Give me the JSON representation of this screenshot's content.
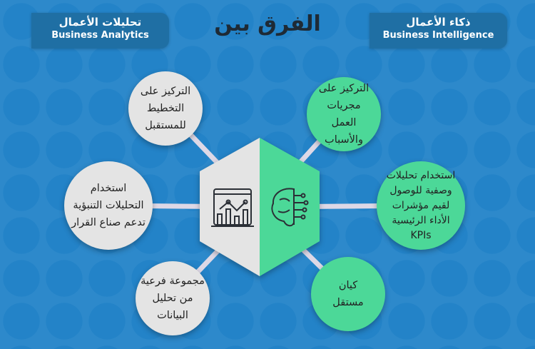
{
  "title": "الفرق بين",
  "analytics": {
    "ar": "تحليلات الأعمال",
    "en": "Business Analytics"
  },
  "intelligence": {
    "ar": "ذكاء الأعمال",
    "en": "Business Intelligence"
  },
  "analytics_points": [
    "التركيز على التخطيط للمستقبل",
    "استخدام التحليلات التنبؤية تدعم صناع القرار",
    "مجموعة فرعية من تحليل البيانات"
  ],
  "intelligence_points": [
    "التركيز على مجريات العمل والأسباب",
    "استخدام تحليلات وصفية للوصول لقيم مؤشرات الأداء الرئيسية KPIs",
    "كيان مستقل"
  ],
  "colors": {
    "background": "#2a86c9",
    "label": "#1f6fa4",
    "gray": "#e4e4e4",
    "green": "#4cd898"
  }
}
